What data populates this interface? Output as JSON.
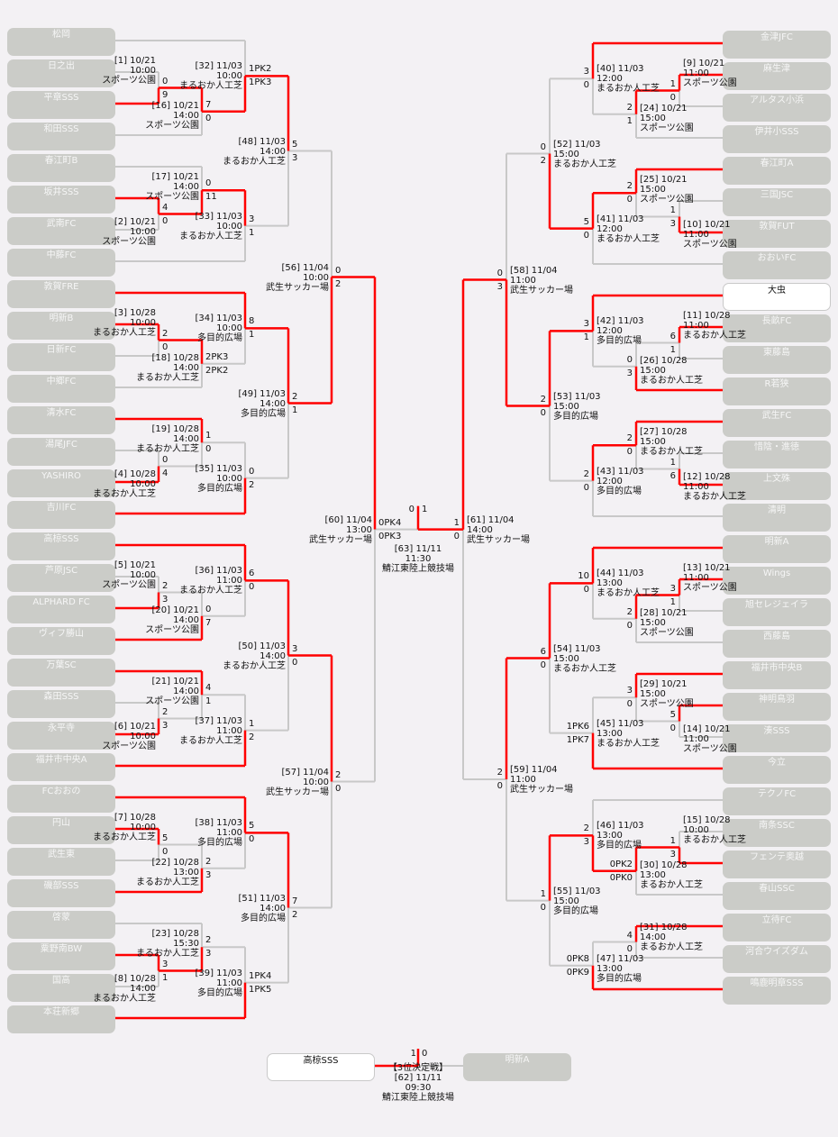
{
  "colors": {
    "win_line": "#ff0000",
    "line": "#c8c8c8",
    "team_box": "#cbccc8",
    "highlight_box": "#ffffff"
  },
  "teams": {
    "left": [
      {
        "name": "松岡"
      },
      {
        "name": "日之出"
      },
      {
        "name": "平章SSS"
      },
      {
        "name": "和田SSS"
      },
      {
        "name": "春江町B"
      },
      {
        "name": "坂井SSS"
      },
      {
        "name": "武南FC"
      },
      {
        "name": "中藤FC"
      },
      {
        "name": "敦賀FRE"
      },
      {
        "name": "明新B"
      },
      {
        "name": "日新FC"
      },
      {
        "name": "中郷FC"
      },
      {
        "name": "清水FC"
      },
      {
        "name": "湯尾JFC"
      },
      {
        "name": "YASHIRO"
      },
      {
        "name": "吉川FC"
      },
      {
        "name": "高椋SSS"
      },
      {
        "name": "芦原JSC"
      },
      {
        "name": "ALPHARD FC"
      },
      {
        "name": "ヴィフ勝山"
      },
      {
        "name": "万葉SC"
      },
      {
        "name": "森田SSS"
      },
      {
        "name": "永平寺"
      },
      {
        "name": "福井市中央A"
      },
      {
        "name": "FCおおの"
      },
      {
        "name": "円山"
      },
      {
        "name": "武生東"
      },
      {
        "name": "磯部SSS"
      },
      {
        "name": "啓蒙"
      },
      {
        "name": "粟野南BW"
      },
      {
        "name": "国高"
      },
      {
        "name": "本荘新郷"
      }
    ],
    "right": [
      {
        "name": "金津JFC"
      },
      {
        "name": "麻生津"
      },
      {
        "name": "アルタス小浜"
      },
      {
        "name": "伊井小SSS"
      },
      {
        "name": "春江町A"
      },
      {
        "name": "三国JSC"
      },
      {
        "name": "敦賀FUT"
      },
      {
        "name": "おおいFC"
      },
      {
        "name": "大虫",
        "highlight": true
      },
      {
        "name": "長畝FC"
      },
      {
        "name": "東藤島"
      },
      {
        "name": "R若狭"
      },
      {
        "name": "武生FC"
      },
      {
        "name": "惜陰・進徳"
      },
      {
        "name": "上文殊"
      },
      {
        "name": "清明"
      },
      {
        "name": "明新A"
      },
      {
        "name": "Wings"
      },
      {
        "name": "旭セレジェイラ"
      },
      {
        "name": "西藤島"
      },
      {
        "name": "福井市中央B"
      },
      {
        "name": "神明鳥羽"
      },
      {
        "name": "湊SSS"
      },
      {
        "name": "今立"
      },
      {
        "name": "テクノFC"
      },
      {
        "name": "南条SSC"
      },
      {
        "name": "フェンテ奥越"
      },
      {
        "name": "春山SSC"
      },
      {
        "name": "立待FC"
      },
      {
        "name": "河合ウイズダム"
      },
      {
        "name": "鳴鹿明章SSS"
      }
    ]
  },
  "matches": {
    "1": {
      "no": "[1]",
      "date": "10/21",
      "time": "10:00",
      "venue": "スポーツ公園",
      "scores": [
        "0",
        "9"
      ],
      "winner": "bottom"
    },
    "2": {
      "no": "[2]",
      "date": "10/21",
      "time": "10:00",
      "venue": "スポーツ公園",
      "scores": [
        "4",
        "0"
      ],
      "winner": "top"
    },
    "3": {
      "no": "[3]",
      "date": "10/28",
      "time": "10:00",
      "venue": "まるおか人工芝",
      "scores": [
        "2",
        "0"
      ],
      "winner": "top"
    },
    "4": {
      "no": "[4]",
      "date": "10/28",
      "time": "10:00",
      "venue": "まるおか人工芝",
      "scores": [
        "0",
        "4"
      ],
      "winner": "bottom"
    },
    "5": {
      "no": "[5]",
      "date": "10/21",
      "time": "10:00",
      "venue": "スポーツ公園",
      "scores": [
        "2",
        "3"
      ],
      "winner": "bottom"
    },
    "6": {
      "no": "[6]",
      "date": "10/21",
      "time": "10:00",
      "venue": "スポーツ公園",
      "scores": [
        "2",
        "3"
      ],
      "winner": "bottom"
    },
    "7": {
      "no": "[7]",
      "date": "10/28",
      "time": "10:00",
      "venue": "まるおか人工芝",
      "scores": [
        "5",
        "0"
      ],
      "winner": "top"
    },
    "8": {
      "no": "[8]",
      "date": "10/28",
      "time": "14:00",
      "venue": "まるおか人工芝",
      "scores": [
        "3",
        "1"
      ],
      "winner": "top"
    },
    "9": {
      "no": "[9]",
      "date": "10/21",
      "time": "11:00",
      "venue": "スポーツ公園",
      "scores": [
        "1",
        "0"
      ],
      "winner": "top"
    },
    "10": {
      "no": "[10]",
      "date": "10/21",
      "time": "11:00",
      "venue": "スポーツ公園",
      "scores": [
        "1",
        "3"
      ],
      "winner": "bottom"
    },
    "11": {
      "no": "[11]",
      "date": "10/28",
      "time": "11:00",
      "venue": "まるおか人工芝",
      "scores": [
        "6",
        "1"
      ],
      "winner": "top"
    },
    "12": {
      "no": "[12]",
      "date": "10/28",
      "time": "11:00",
      "venue": "まるおか人工芝",
      "scores": [
        "1",
        "6"
      ],
      "winner": "bottom"
    },
    "13": {
      "no": "[13]",
      "date": "10/21",
      "time": "11:00",
      "venue": "スポーツ公園",
      "scores": [
        "3",
        "1"
      ],
      "winner": "top"
    },
    "14": {
      "no": "[14]",
      "date": "10/21",
      "time": "11:00",
      "venue": "スポーツ公園",
      "scores": [
        "5",
        "0"
      ],
      "winner": "top"
    },
    "15": {
      "no": "[15]",
      "date": "10/28",
      "time": "10:00",
      "venue": "まるおか人工芝",
      "scores": [
        "1",
        "3"
      ],
      "winner": "bottom"
    },
    "16": {
      "no": "[16]",
      "date": "10/21",
      "time": "14:00",
      "venue": "スポーツ公園",
      "scores": [
        "7",
        "0"
      ],
      "winner": "top"
    },
    "17": {
      "no": "[17]",
      "date": "10/21",
      "time": "14:00",
      "venue": "スポーツ公園",
      "scores": [
        "0",
        "11"
      ],
      "winner": "bottom"
    },
    "18": {
      "no": "[18]",
      "date": "10/28",
      "time": "14:00",
      "venue": "まるおか人工芝",
      "scores": [
        "2PK3",
        "2PK2"
      ],
      "winner": "top"
    },
    "19": {
      "no": "[19]",
      "date": "10/28",
      "time": "14:00",
      "venue": "まるおか人工芝",
      "scores": [
        "1",
        "0"
      ],
      "winner": "top"
    },
    "20": {
      "no": "[20]",
      "date": "10/21",
      "time": "14:00",
      "venue": "スポーツ公園",
      "scores": [
        "0",
        "7"
      ],
      "winner": "bottom"
    },
    "21": {
      "no": "[21]",
      "date": "10/21",
      "time": "14:00",
      "venue": "スポーツ公園",
      "scores": [
        "4",
        "1"
      ],
      "winner": "top"
    },
    "22": {
      "no": "[22]",
      "date": "10/28",
      "time": "13:00",
      "venue": "まるおか人工芝",
      "scores": [
        "2",
        "3"
      ],
      "winner": "bottom"
    },
    "23": {
      "no": "[23]",
      "date": "10/28",
      "time": "15:30",
      "venue": "まるおか人工芝",
      "scores": [
        "2",
        "3"
      ],
      "winner": "bottom"
    },
    "24": {
      "no": "[24]",
      "date": "10/21",
      "time": "15:00",
      "venue": "スポーツ公園",
      "scores": [
        "2",
        "1"
      ],
      "winner": "top"
    },
    "25": {
      "no": "[25]",
      "date": "10/21",
      "time": "15:00",
      "venue": "スポーツ公園",
      "scores": [
        "2",
        "0"
      ],
      "winner": "top"
    },
    "26": {
      "no": "[26]",
      "date": "10/28",
      "time": "15:00",
      "venue": "まるおか人工芝",
      "scores": [
        "0",
        "3"
      ],
      "winner": "bottom"
    },
    "27": {
      "no": "[27]",
      "date": "10/28",
      "time": "15:00",
      "venue": "まるおか人工芝",
      "scores": [
        "2",
        "0"
      ],
      "winner": "top"
    },
    "28": {
      "no": "[28]",
      "date": "10/21",
      "time": "15:00",
      "venue": "スポーツ公園",
      "scores": [
        "2",
        "0"
      ],
      "winner": "top"
    },
    "29": {
      "no": "[29]",
      "date": "10/21",
      "time": "15:00",
      "venue": "スポーツ公園",
      "scores": [
        "3",
        "0"
      ],
      "winner": "top"
    },
    "30": {
      "no": "[30]",
      "date": "10/28",
      "time": "13:00",
      "venue": "まるおか人工芝",
      "scores": [
        "0PK2",
        "0PK0"
      ],
      "winner": "top"
    },
    "31": {
      "no": "[31]",
      "date": "10/28",
      "time": "14:00",
      "venue": "まるおか人工芝",
      "scores": [
        "4",
        "0"
      ],
      "winner": "top"
    },
    "32": {
      "no": "[32]",
      "date": "11/03",
      "time": "10:00",
      "venue": "まるおか人工芝",
      "scores": [
        "1PK2",
        "1PK3"
      ],
      "winner": "bottom"
    },
    "33": {
      "no": "[33]",
      "date": "11/03",
      "time": "10:00",
      "venue": "まるおか人工芝",
      "scores": [
        "3",
        "1"
      ],
      "winner": "top"
    },
    "34": {
      "no": "[34]",
      "date": "11/03",
      "time": "10:00",
      "venue": "多目的広場",
      "scores": [
        "8",
        "1"
      ],
      "winner": "top"
    },
    "35": {
      "no": "[35]",
      "date": "11/03",
      "time": "10:00",
      "venue": "多目的広場",
      "scores": [
        "0",
        "2"
      ],
      "winner": "bottom"
    },
    "36": {
      "no": "[36]",
      "date": "11/03",
      "time": "11:00",
      "venue": "まるおか人工芝",
      "scores": [
        "6",
        "0"
      ],
      "winner": "top"
    },
    "37": {
      "no": "[37]",
      "date": "11/03",
      "time": "11:00",
      "venue": "まるおか人工芝",
      "scores": [
        "1",
        "2"
      ],
      "winner": "bottom"
    },
    "38": {
      "no": "[38]",
      "date": "11/03",
      "time": "11:00",
      "venue": "多目的広場",
      "scores": [
        "5",
        "0"
      ],
      "winner": "top"
    },
    "39": {
      "no": "[39]",
      "date": "11/03",
      "time": "11:00",
      "venue": "多目的広場",
      "scores": [
        "1PK4",
        "1PK5"
      ],
      "winner": "bottom"
    },
    "40": {
      "no": "[40]",
      "date": "11/03",
      "time": "12:00",
      "venue": "まるおか人工芝",
      "scores": [
        "3",
        "0"
      ],
      "winner": "top"
    },
    "41": {
      "no": "[41]",
      "date": "11/03",
      "time": "12:00",
      "venue": "まるおか人工芝",
      "scores": [
        "5",
        "0"
      ],
      "winner": "top"
    },
    "42": {
      "no": "[42]",
      "date": "11/03",
      "time": "12:00",
      "venue": "多目的広場",
      "scores": [
        "3",
        "1"
      ],
      "winner": "top"
    },
    "43": {
      "no": "[43]",
      "date": "11/03",
      "time": "12:00",
      "venue": "多目的広場",
      "scores": [
        "2",
        "0"
      ],
      "winner": "top"
    },
    "44": {
      "no": "[44]",
      "date": "11/03",
      "time": "13:00",
      "venue": "まるおか人工芝",
      "scores": [
        "10",
        "0"
      ],
      "winner": "top"
    },
    "45": {
      "no": "[45]",
      "date": "11/03",
      "time": "13:00",
      "venue": "まるおか人工芝",
      "scores": [
        "1PK6",
        "1PK7"
      ],
      "winner": "bottom"
    },
    "46": {
      "no": "[46]",
      "date": "11/03",
      "time": "13:00",
      "venue": "多目的広場",
      "scores": [
        "2",
        "3"
      ],
      "winner": "bottom"
    },
    "47": {
      "no": "[47]",
      "date": "11/03",
      "time": "13:00",
      "venue": "多目的広場",
      "scores": [
        "0PK8",
        "0PK9"
      ],
      "winner": "bottom"
    },
    "48": {
      "no": "[48]",
      "date": "11/03",
      "time": "14:00",
      "venue": "まるおか人工芝",
      "scores": [
        "5",
        "3"
      ],
      "winner": "top"
    },
    "49": {
      "no": "[49]",
      "date": "11/03",
      "time": "14:00",
      "venue": "多目的広場",
      "scores": [
        "2",
        "1"
      ],
      "winner": "top"
    },
    "50": {
      "no": "[50]",
      "date": "11/03",
      "time": "14:00",
      "venue": "まるおか人工芝",
      "scores": [
        "3",
        "0"
      ],
      "winner": "top"
    },
    "51": {
      "no": "[51]",
      "date": "11/03",
      "time": "14:00",
      "venue": "多目的広場",
      "scores": [
        "7",
        "2"
      ],
      "winner": "top"
    },
    "52": {
      "no": "[52]",
      "date": "11/03",
      "time": "15:00",
      "venue": "まるおか人工芝",
      "scores": [
        "0",
        "2"
      ],
      "winner": "bottom"
    },
    "53": {
      "no": "[53]",
      "date": "11/03",
      "time": "15:00",
      "venue": "多目的広場",
      "scores": [
        "2",
        "0"
      ],
      "winner": "top"
    },
    "54": {
      "no": "[54]",
      "date": "11/03",
      "time": "15:00",
      "venue": "まるおか人工芝",
      "scores": [
        "6",
        "0"
      ],
      "winner": "top"
    },
    "55": {
      "no": "[55]",
      "date": "11/03",
      "time": "15:00",
      "venue": "多目的広場",
      "scores": [
        "1",
        "0"
      ],
      "winner": "top"
    },
    "56": {
      "no": "[56]",
      "date": "11/04",
      "time": "10:00",
      "venue": "武生サッカー場",
      "scores": [
        "0",
        "2"
      ],
      "winner": "bottom"
    },
    "57": {
      "no": "[57]",
      "date": "11/04",
      "time": "10:00",
      "venue": "武生サッカー場",
      "scores": [
        "2",
        "0"
      ],
      "winner": "top"
    },
    "58": {
      "no": "[58]",
      "date": "11/04",
      "time": "11:00",
      "venue": "武生サッカー場",
      "scores": [
        "0",
        "3"
      ],
      "winner": "bottom"
    },
    "59": {
      "no": "[59]",
      "date": "11/04",
      "time": "11:00",
      "venue": "武生サッカー場",
      "scores": [
        "2",
        "0"
      ],
      "winner": "top"
    },
    "60": {
      "no": "[60]",
      "date": "11/04",
      "time": "13:00",
      "venue": "武生サッカー場",
      "scores": [
        "0PK4",
        "0PK3"
      ],
      "winner": "top"
    },
    "61": {
      "no": "[61]",
      "date": "11/04",
      "time": "14:00",
      "venue": "武生サッカー場",
      "scores": [
        "1",
        "0"
      ],
      "winner": "top"
    },
    "63": {
      "no": "[63]",
      "date": "11/11",
      "time": "11:30",
      "venue": "鯖江東陸上競技場",
      "scores": [
        "0",
        "1"
      ],
      "winner": "right"
    }
  },
  "third_place": {
    "title": "【3位決定戦】",
    "no": "[62]",
    "date": "11/11",
    "time": "09:30",
    "venue": "鯖江東陸上競技場",
    "left_team": "高椋SSS",
    "right_team": "明新A",
    "scores": [
      "1",
      "0"
    ],
    "winner": "left"
  }
}
